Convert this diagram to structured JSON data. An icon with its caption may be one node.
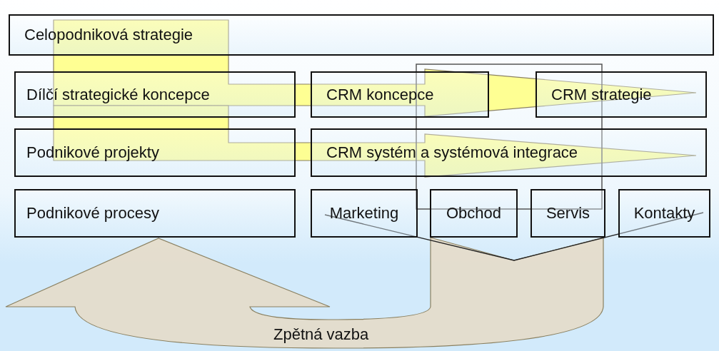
{
  "diagram": {
    "nodes": [
      {
        "text": [
          "Celopodniková strategie"
        ]
      },
      {
        "text": [
          "Dílčí strategické koncepce"
        ]
      },
      {
        "text": [
          "CRM koncepce"
        ]
      },
      {
        "text": [
          "CRM strategie"
        ]
      },
      {
        "text": [
          "Podnikové projekty"
        ]
      },
      {
        "text": [
          "CRM systém a systémová integrace"
        ]
      },
      {
        "text": [
          "Podnikové procesy"
        ]
      },
      {
        "text": [
          "Marketing"
        ]
      },
      {
        "text": [
          "Obchod"
        ]
      },
      {
        "text": [
          "Servis"
        ]
      },
      {
        "text": [
          "Kontakty"
        ]
      },
      {
        "text": [],
        "shape": "triangle"
      }
    ],
    "edges": [
      {
        "from": 0,
        "to": 3,
        "arrow": "to",
        "style": "thick",
        "color": "#ffff80"
      },
      {
        "from": 0,
        "to": 5,
        "arrow": "to",
        "style": "thick",
        "color": "#ffff80"
      },
      {
        "from": 11,
        "to": 6,
        "arrow": "to",
        "style": "thick",
        "color": "#e6dac6",
        "label": "Zpětná vazba"
      }
    ]
  }
}
